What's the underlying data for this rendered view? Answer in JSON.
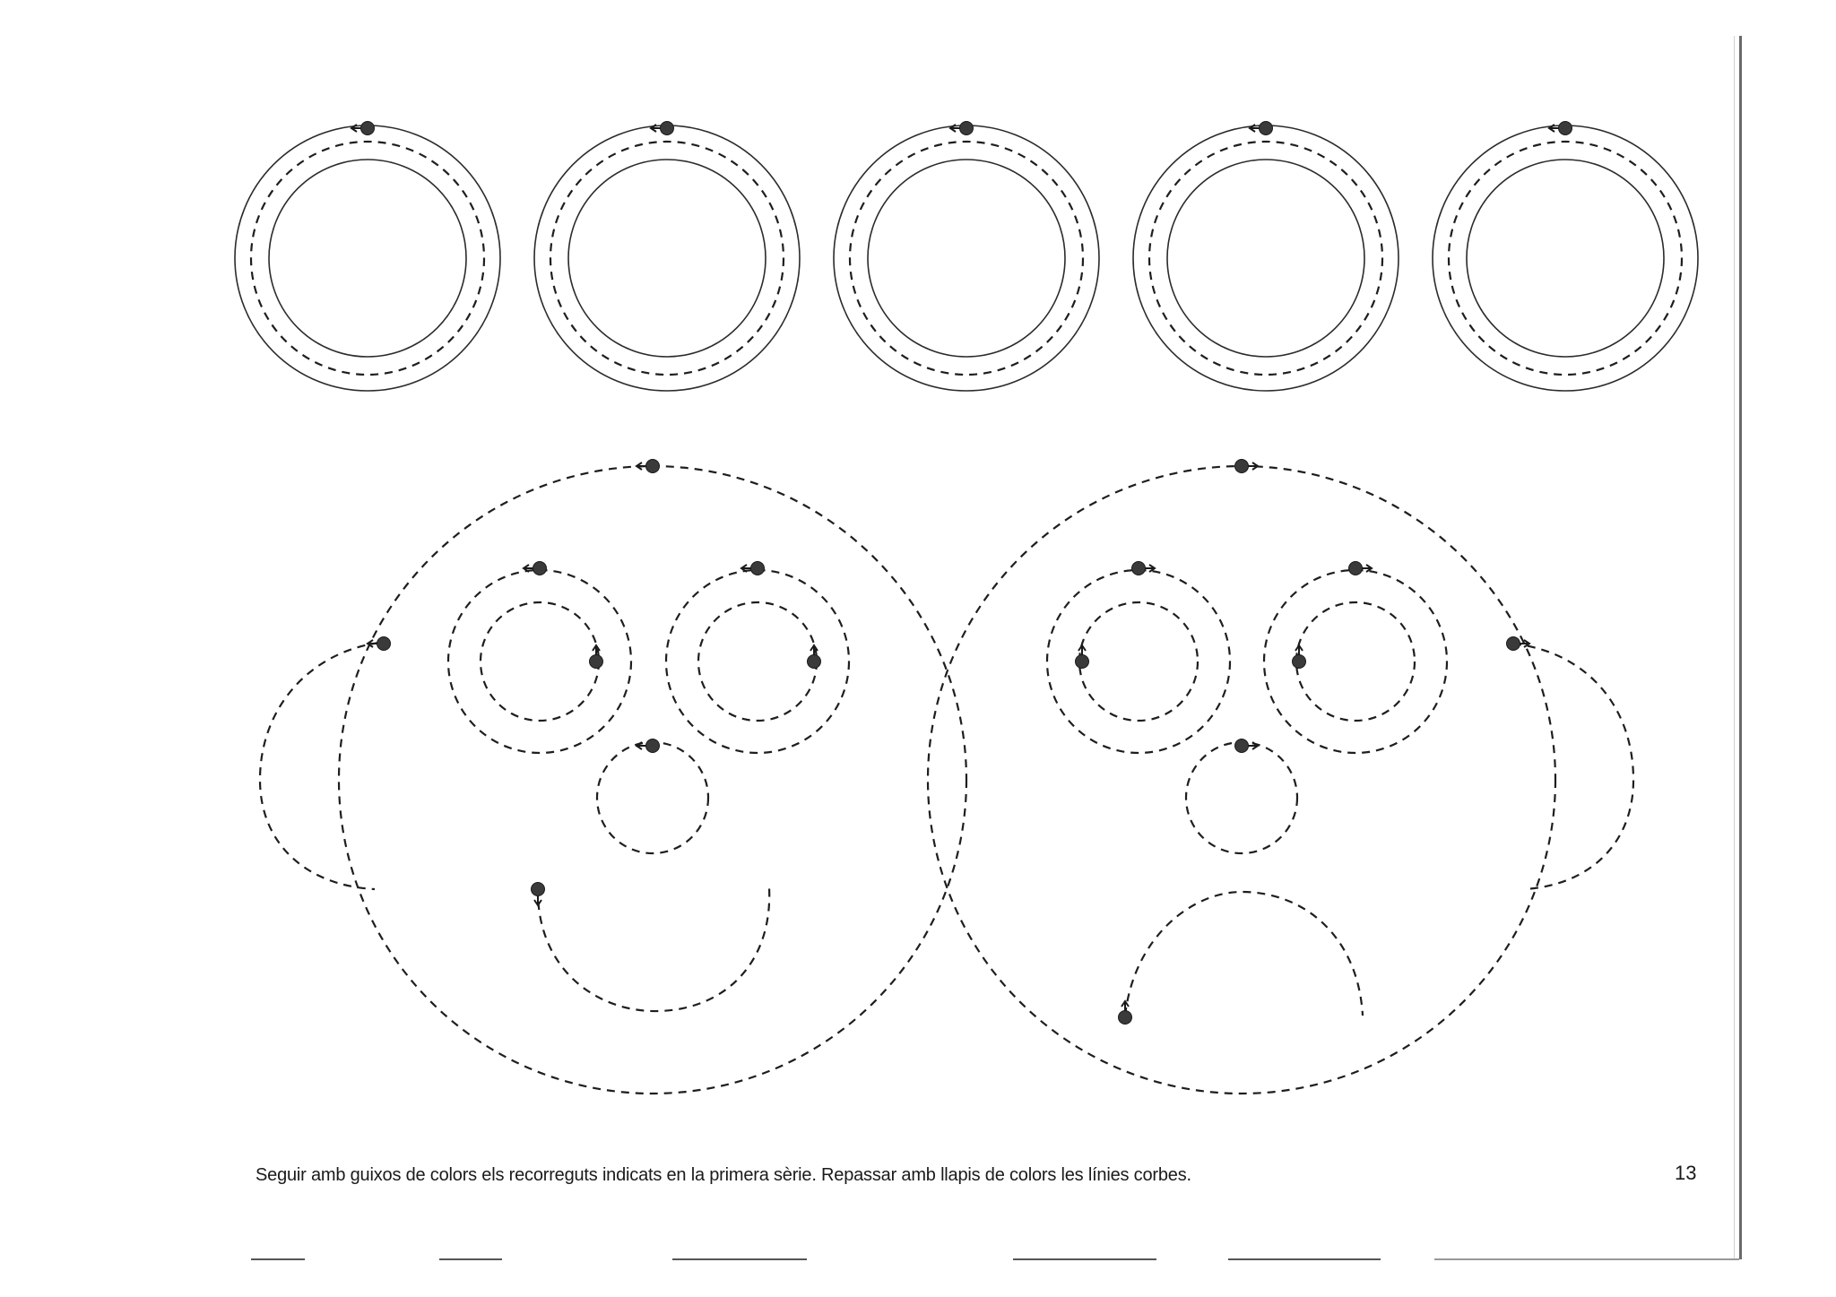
{
  "worksheet": {
    "instruction": "Seguir amb guixos de colors els recorreguts indicats en la primera sèrie. Repassar amb llapis de colors les línies corbes.",
    "page_number": "13"
  },
  "exercises": {
    "top_row": {
      "ring_count": 5,
      "trace_direction": "counterclockwise"
    },
    "faces": [
      {
        "expression": "smiling",
        "trace_direction": "left"
      },
      {
        "expression": "frowning",
        "trace_direction": "right"
      }
    ]
  },
  "colors": {
    "ink": "#1e1e1e",
    "start_dot": "#3a3a3a",
    "paper": "#ffffff"
  }
}
